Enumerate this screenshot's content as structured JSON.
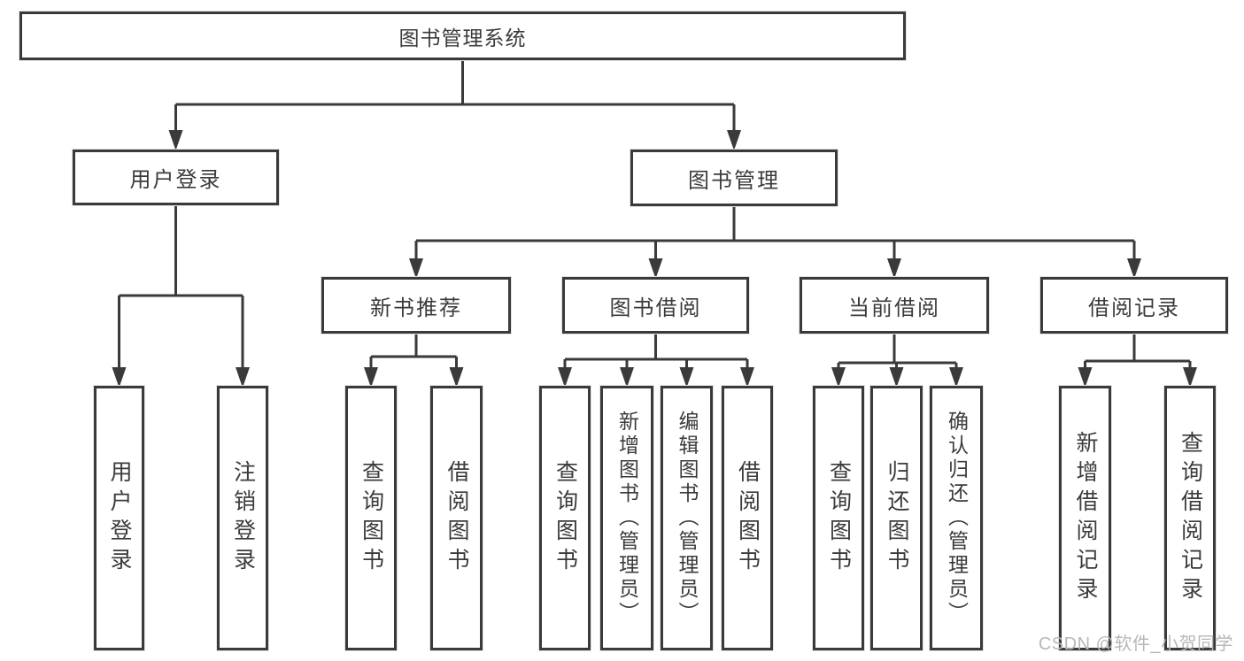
{
  "diagram": {
    "root": {
      "label": "图书管理系统"
    },
    "branches": [
      {
        "label": "用户登录",
        "children": [
          {
            "label": "用户登录"
          },
          {
            "label": "注销登录"
          }
        ]
      },
      {
        "label": "图书管理",
        "groups": [
          {
            "label": "新书推荐",
            "children": [
              {
                "label": "查询图书"
              },
              {
                "label": "借阅图书"
              }
            ]
          },
          {
            "label": "图书借阅",
            "children": [
              {
                "label": "查询图书"
              },
              {
                "label": "新增图书（管理员）"
              },
              {
                "label": "编辑图书（管理员）"
              },
              {
                "label": "借阅图书"
              }
            ]
          },
          {
            "label": "当前借阅",
            "children": [
              {
                "label": "查询图书"
              },
              {
                "label": "归还图书"
              },
              {
                "label": "确认归还（管理员）"
              }
            ]
          },
          {
            "label": "借阅记录",
            "children": [
              {
                "label": "新增借阅记录"
              },
              {
                "label": "查询借阅记录"
              }
            ]
          }
        ]
      }
    ],
    "watermark": "CSDN @软件_小贺同学",
    "colors": {
      "line": "#3a3a3a",
      "box_border": "#3a3a3a",
      "box_fill": "#ffffff",
      "text": "#3b3b3b",
      "watermark": "#b5b8bb",
      "background": "#ffffff"
    }
  }
}
